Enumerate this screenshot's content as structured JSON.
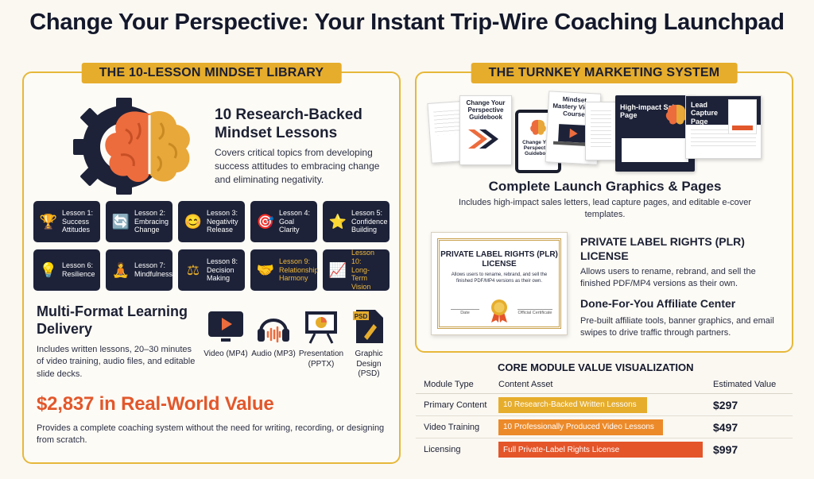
{
  "title": "Change Your Perspective: Your Instant Trip-Wire Coaching Launchpad",
  "left_panel": {
    "banner": "THE 10-LESSON MINDSET LIBRARY",
    "heading": "10 Research-Backed Mindset Lessons",
    "description": "Covers critical topics from developing success attitudes to embracing change and eliminating negativity.",
    "lessons": [
      {
        "label": "Lesson 1:",
        "topic": "Success Attitudes",
        "icon": "trophy-icon",
        "glyph": "🏆"
      },
      {
        "label": "Lesson 2:",
        "topic": "Embracing Change",
        "icon": "cycle-arrows-icon",
        "glyph": "🔄"
      },
      {
        "label": "Lesson 3:",
        "topic": "Negativity Release",
        "icon": "faces-icon",
        "glyph": "😊"
      },
      {
        "label": "Lesson 4:",
        "topic": "Goal Clarity",
        "icon": "target-icon",
        "glyph": "🎯"
      },
      {
        "label": "Lesson 5:",
        "topic": "Confidence Building",
        "icon": "star-hand-icon",
        "glyph": "⭐"
      },
      {
        "label": "Lesson 6:",
        "topic": "Resilience",
        "icon": "lightbulb-icon",
        "glyph": "💡"
      },
      {
        "label": "Lesson 7:",
        "topic": "Mindfulness",
        "icon": "meditation-icon",
        "glyph": "🧘"
      },
      {
        "label": "Lesson 8:",
        "topic": "Decision Making",
        "icon": "scales-icon",
        "glyph": "⚖"
      },
      {
        "label": "Lesson 9:",
        "topic": "Relationship Harmony",
        "icon": "handshake-icon",
        "glyph": "🤝"
      },
      {
        "label": "Lesson 10:",
        "topic": "Long-Term Vision",
        "icon": "growth-chart-icon",
        "glyph": "📈"
      }
    ],
    "multi_format": {
      "heading": "Multi-Format Learning Delivery",
      "description": "Includes written lessons, 20–30 minutes of video training, audio files, and editable slide decks.",
      "formats": [
        {
          "label": "Video (MP4)",
          "icon": "video-player-icon"
        },
        {
          "label": "Audio (MP3)",
          "icon": "headphones-icon"
        },
        {
          "label": "Presentation (PPTX)",
          "icon": "presentation-board-icon"
        },
        {
          "label": "Graphic Design (PSD)",
          "icon": "psd-file-icon",
          "badge": "PSD"
        }
      ]
    },
    "value_heading": "$2,837 in Real-World Value",
    "value_description": "Provides a complete coaching system without the need for writing, recording, or designing from scratch."
  },
  "right_panel": {
    "banner": "THE TURNKEY MARKETING SYSTEM",
    "mockups": {
      "guidebook_title": "Change Your Perspective Guidebook",
      "video_course_title": "Mindset Mastery Video Course",
      "tablet_title": "Change Your Perspective Guidebook",
      "sales_page_title": "High-impact Sales Page",
      "lead_page_title": "Lead Capture Page"
    },
    "launch_heading": "Complete Launch Graphics & Pages",
    "launch_description": "Includes high-impact sales letters, lead capture pages, and editable e-cover templates.",
    "certificate": {
      "title": "PRIVATE LABEL RIGHTS (PLR) LICENSE",
      "text": "Allows users to rename, rebrand, and sell the finished PDF/MP4 versions as their own.",
      "date_label": "Date",
      "signature_label": "Official Certificate"
    },
    "plr_heading": "PRIVATE LABEL RIGHTS (PLR) LICENSE",
    "plr_description": "Allows users to rename, rebrand, and sell the finished PDF/MP4 versions as their own.",
    "affiliate_heading": "Done-For-You Affiliate Center",
    "affiliate_description": "Pre-built affiliate tools, banner graphics, and email swipes to drive traffic through partners."
  },
  "value_table": {
    "title": "CORE MODULE VALUE VISUALIZATION",
    "columns": [
      "Module Type",
      "Content Asset",
      "Estimated Value"
    ],
    "rows": [
      {
        "module": "Primary Content",
        "asset": "10 Research-Backed Written Lessons",
        "value": "$297",
        "amount": 297,
        "color": "#e6ad2c"
      },
      {
        "module": "Video Training",
        "asset": "10 Professionally Produced Video Lessons",
        "value": "$497",
        "amount": 497,
        "color": "#ec8a2a"
      },
      {
        "module": "Licensing",
        "asset": "Full Private-Label Rights License",
        "value": "$997",
        "amount": 997,
        "color": "#e4552a"
      }
    ]
  },
  "colors": {
    "gold": "#e6ad2c",
    "navy": "#1d2238",
    "orange": "#e2572b",
    "background": "#fbf8f2"
  }
}
